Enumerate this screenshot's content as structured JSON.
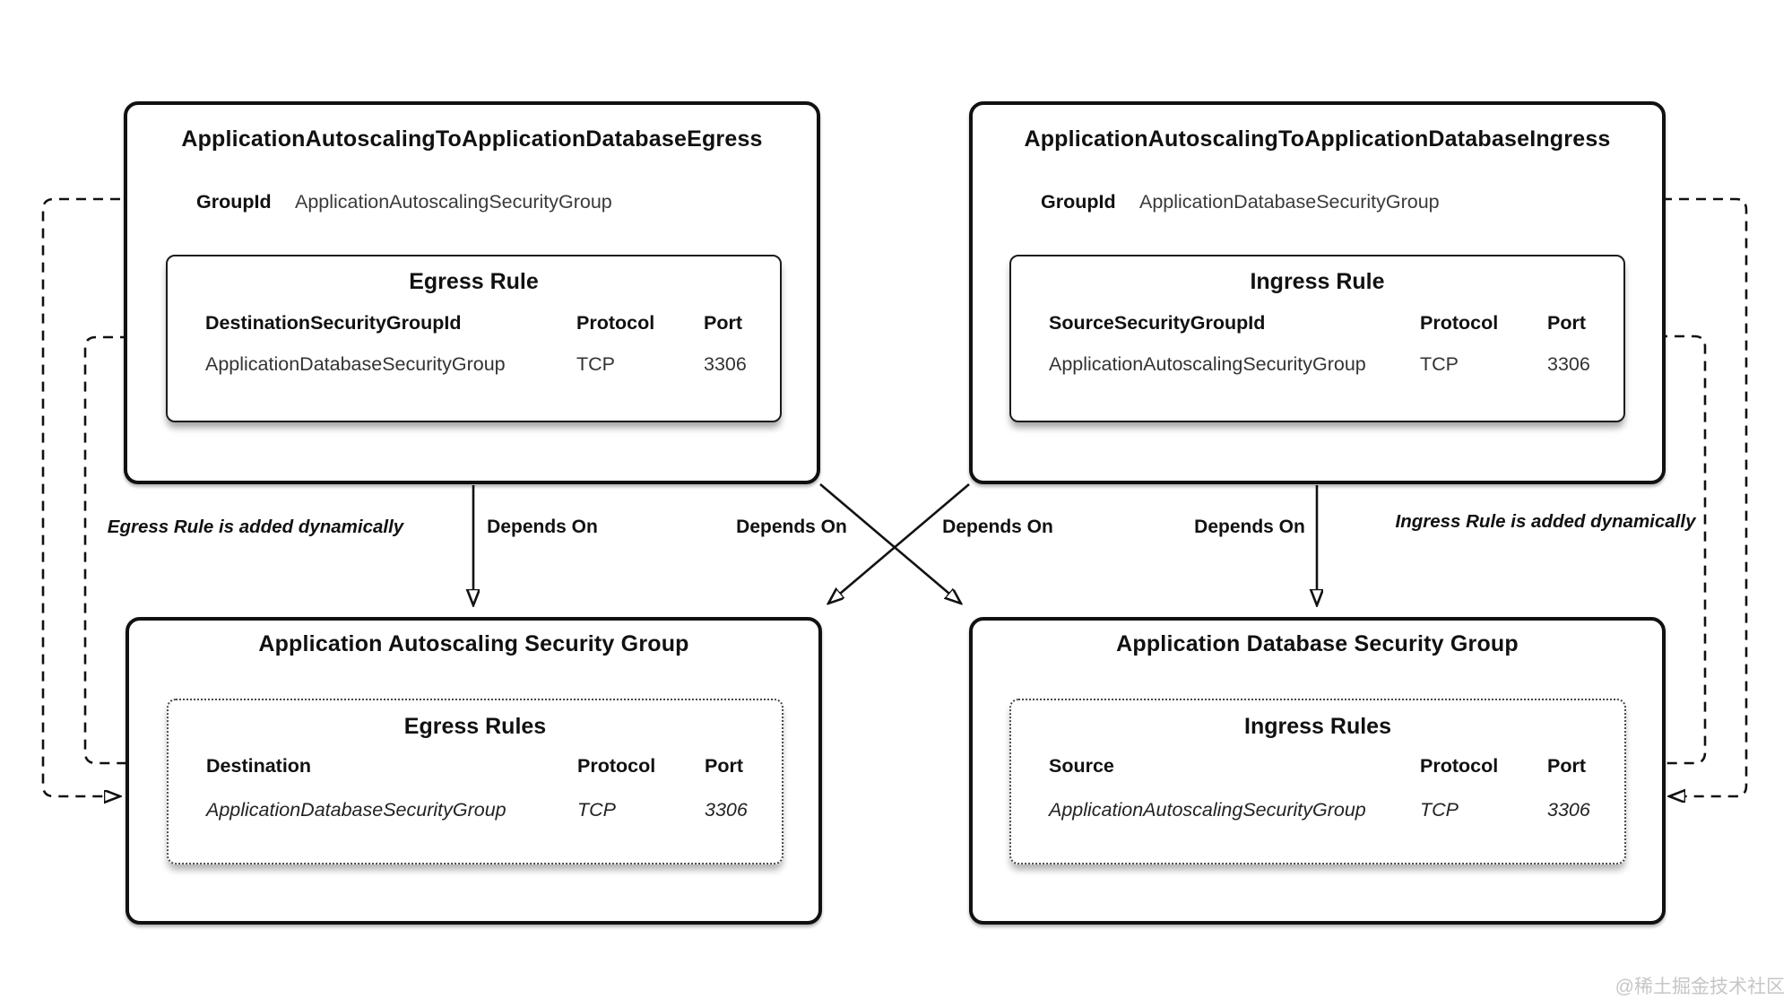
{
  "boxes": {
    "top_left": {
      "title": "ApplicationAutoscalingToApplicationDatabaseEgress",
      "group_id_label": "GroupId",
      "group_id_value": "ApplicationAutoscalingSecurityGroup",
      "rule": {
        "title": "Egress Rule",
        "columns": [
          "DestinationSecurityGroupId",
          "Protocol",
          "Port"
        ],
        "row": [
          "ApplicationDatabaseSecurityGroup",
          "TCP",
          "3306"
        ]
      }
    },
    "top_right": {
      "title": "ApplicationAutoscalingToApplicationDatabaseIngress",
      "group_id_label": "GroupId",
      "group_id_value": "ApplicationDatabaseSecurityGroup",
      "rule": {
        "title": "Ingress Rule",
        "columns": [
          "SourceSecurityGroupId",
          "Protocol",
          "Port"
        ],
        "row": [
          "ApplicationAutoscalingSecurityGroup",
          "TCP",
          "3306"
        ]
      }
    },
    "bottom_left": {
      "title": "Application Autoscaling Security Group",
      "rule": {
        "title": "Egress Rules",
        "columns": [
          "Destination",
          "Protocol",
          "Port"
        ],
        "row": [
          "ApplicationDatabaseSecurityGroup",
          "TCP",
          "3306"
        ]
      }
    },
    "bottom_right": {
      "title": "Application Database Security Group",
      "rule": {
        "title": "Ingress Rules",
        "columns": [
          "Source",
          "Protocol",
          "Port"
        ],
        "row": [
          "ApplicationAutoscalingSecurityGroup",
          "TCP",
          "3306"
        ]
      }
    }
  },
  "labels": {
    "depends_on": [
      "Depends On",
      "Depends On",
      "Depends On",
      "Depends On"
    ],
    "egress_caption": "Egress Rule is added dynamically",
    "ingress_caption": "Ingress Rule is added dynamically"
  },
  "watermark": "@稀土掘金技术社区",
  "colors": {
    "line": "#111111",
    "text": "#1a1a1a",
    "muted": "#3a3a3a",
    "watermark": "#c6c6c6",
    "background": "#ffffff"
  }
}
